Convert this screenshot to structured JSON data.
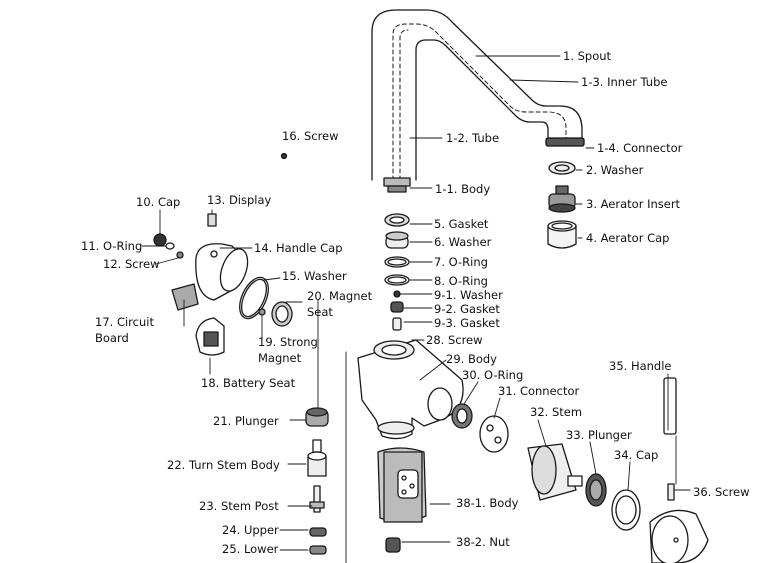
{
  "diagram": {
    "labels": {
      "spout": "1. Spout",
      "inner_tube": "1-3. Inner Tube",
      "tube": "1-2. Tube",
      "connector_1_4": "1-4. Connector",
      "washer_2": "2. Washer",
      "body_1_1": "1-1. Body",
      "aerator_insert": "3. Aerator Insert",
      "gasket_5": "5. Gasket",
      "washer_6": "6. Washer",
      "aerator_cap": "4. Aerator Cap",
      "oring_7": "7. O-Ring",
      "oring_8": "8. O-Ring",
      "washer_9_1": "9-1. Washer",
      "gasket_9_2": "9-2. Gasket",
      "gasket_9_3": "9-3. Gasket",
      "screw_16": "16. Screw",
      "cap_10": "10. Cap",
      "display_13": "13. Display",
      "oring_11": "11. O-Ring",
      "handle_cap_14": "14. Handle Cap",
      "screw_12": "12. Screw",
      "washer_15": "15. Washer",
      "magnet_seat_20_a": "20. Magnet",
      "magnet_seat_20_b": "Seat",
      "circuit_board_17_a": "17. Circuit",
      "circuit_board_17_b": "Board",
      "strong_magnet_19_a": "19. Strong",
      "strong_magnet_19_b": "Magnet",
      "battery_seat_18": "18. Battery Seat",
      "screw_28": "28. Screw",
      "body_29": "29. Body",
      "oring_30": "30. O-Ring",
      "connector_31": "31. Connector",
      "handle_35": "35. Handle",
      "plunger_21": "21. Plunger",
      "stem_32": "32. Stem",
      "plunger_33": "33. Plunger",
      "turn_stem_body_22": "22. Turn Stem Body",
      "cap_34": "34. Cap",
      "screw_36": "36. Screw",
      "stem_post_23": "23. Stem Post",
      "body_38_1": "38-1. Body",
      "upper_24": "24. Upper",
      "nut_38_2": "38-2. Nut",
      "lower_25": "25. Lower"
    }
  }
}
